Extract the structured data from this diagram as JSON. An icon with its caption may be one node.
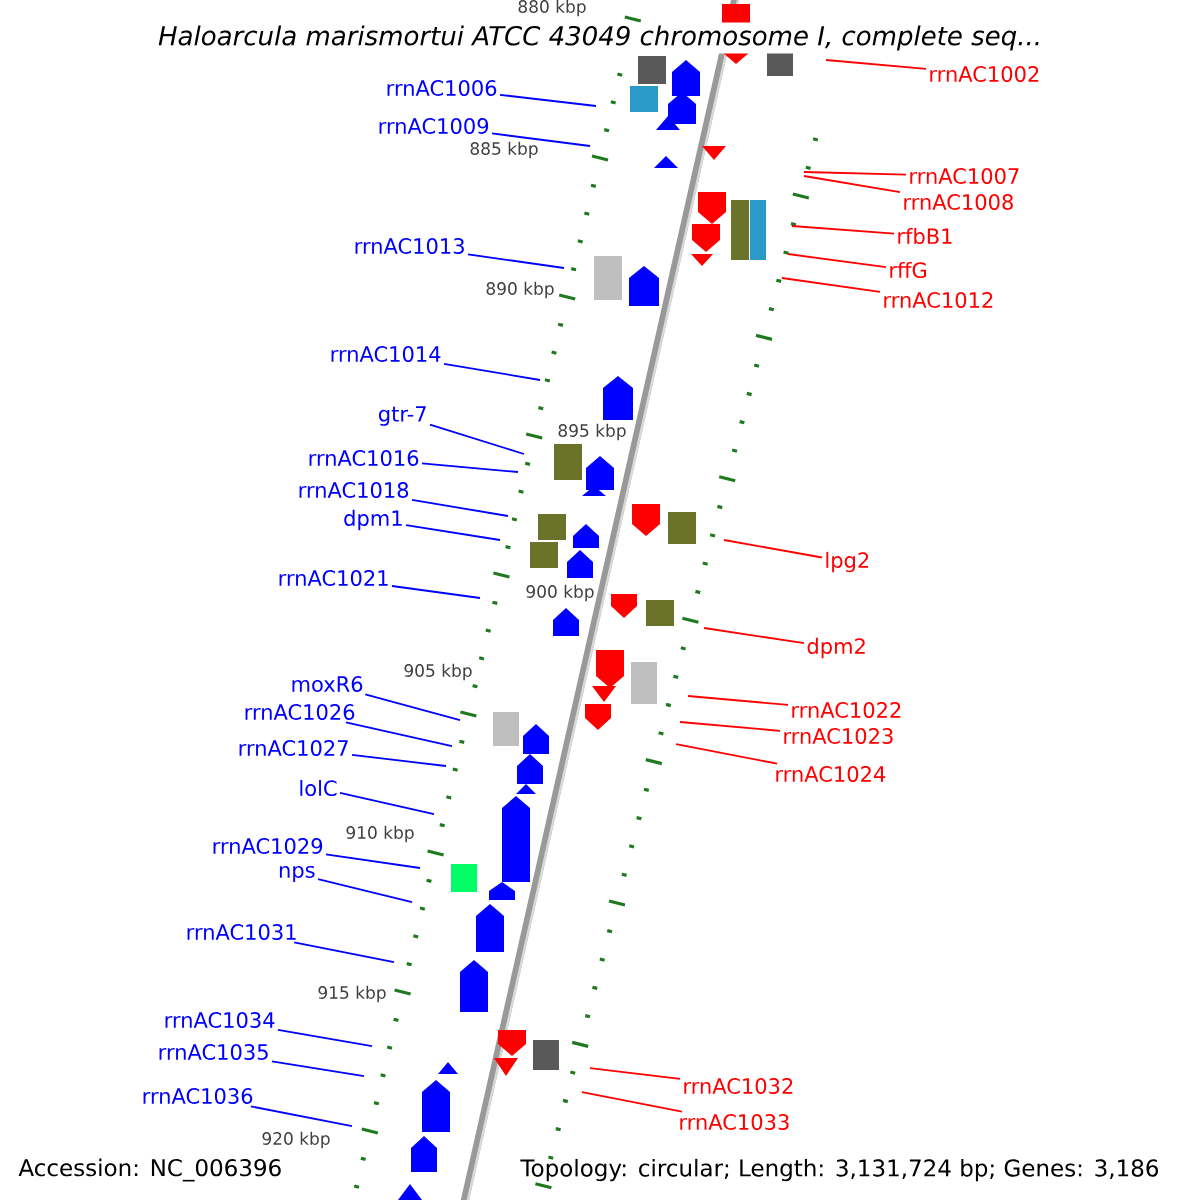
{
  "diagram": {
    "title": "Haloarcula marismortui ATCC 43049 chromosome I, complete seq...",
    "nodes": [
      {
        "text": [
          "rrnAC1006"
        ]
      },
      {
        "text": [
          "rrnAC1009"
        ]
      },
      {
        "text": [
          "rrnAC1013"
        ]
      },
      {
        "text": [
          "rrnAC1014"
        ]
      },
      {
        "text": [
          "gtr-7"
        ]
      },
      {
        "text": [
          "rrnAC1016"
        ]
      },
      {
        "text": [
          "rrnAC1018"
        ]
      },
      {
        "text": [
          "dpm1"
        ]
      },
      {
        "text": [
          "rrnAC1021"
        ]
      },
      {
        "text": [
          "moxR6"
        ]
      },
      {
        "text": [
          "rrnAC1026"
        ]
      },
      {
        "text": [
          "rrnAC1027"
        ]
      },
      {
        "text": [
          "lolC"
        ]
      },
      {
        "text": [
          "rrnAC1029"
        ]
      },
      {
        "text": [
          "nps"
        ]
      },
      {
        "text": [
          "rrnAC1031"
        ]
      },
      {
        "text": [
          "rrnAC1034"
        ]
      },
      {
        "text": [
          "rrnAC1035"
        ]
      },
      {
        "text": [
          "rrnAC1036"
        ]
      },
      {
        "text": [
          "rrnAC1002"
        ]
      },
      {
        "text": [
          "rrnAC1007"
        ]
      },
      {
        "text": [
          "rrnAC1008"
        ]
      },
      {
        "text": [
          "rfbB1"
        ]
      },
      {
        "text": [
          "rffG"
        ]
      },
      {
        "text": [
          "rrnAC1012"
        ]
      },
      {
        "text": [
          "lpg2"
        ]
      },
      {
        "text": [
          "dpm2"
        ]
      },
      {
        "text": [
          "rrnAC1022"
        ]
      },
      {
        "text": [
          "rrnAC1023"
        ]
      },
      {
        "text": [
          "rrnAC1024"
        ]
      },
      {
        "text": [
          "rrnAC1032"
        ]
      },
      {
        "text": [
          "rrnAC1033"
        ]
      }
    ],
    "edges": [
      {
        "from": 0,
        "to": null,
        "arrow": "none"
      },
      {
        "from": 1,
        "to": null,
        "arrow": "none"
      },
      {
        "from": 2,
        "to": null,
        "arrow": "none"
      },
      {
        "from": 3,
        "to": null,
        "arrow": "none"
      },
      {
        "from": 4,
        "to": null,
        "arrow": "none"
      },
      {
        "from": 5,
        "to": null,
        "arrow": "none"
      },
      {
        "from": 6,
        "to": null,
        "arrow": "none"
      },
      {
        "from": 7,
        "to": null,
        "arrow": "none"
      },
      {
        "from": 8,
        "to": null,
        "arrow": "none"
      },
      {
        "from": 9,
        "to": null,
        "arrow": "none"
      },
      {
        "from": 10,
        "to": null,
        "arrow": "none"
      },
      {
        "from": 11,
        "to": null,
        "arrow": "none"
      },
      {
        "from": 12,
        "to": null,
        "arrow": "none"
      },
      {
        "from": 13,
        "to": null,
        "arrow": "none"
      },
      {
        "from": 14,
        "to": null,
        "arrow": "none"
      },
      {
        "from": 15,
        "to": null,
        "arrow": "none"
      },
      {
        "from": 16,
        "to": null,
        "arrow": "none"
      },
      {
        "from": 17,
        "to": null,
        "arrow": "none"
      },
      {
        "from": 18,
        "to": null,
        "arrow": "none"
      },
      {
        "from": 19,
        "to": null,
        "arrow": "none",
        "color": "#ff0000"
      },
      {
        "from": 20,
        "to": null,
        "arrow": "none",
        "color": "#ff0000"
      },
      {
        "from": 21,
        "to": null,
        "arrow": "none",
        "color": "#ff0000"
      },
      {
        "from": 22,
        "to": null,
        "arrow": "none",
        "color": "#ff0000"
      },
      {
        "from": 23,
        "to": null,
        "arrow": "none",
        "color": "#ff0000"
      },
      {
        "from": 24,
        "to": null,
        "arrow": "none",
        "color": "#ff0000"
      },
      {
        "from": 25,
        "to": null,
        "arrow": "none",
        "color": "#ff0000"
      },
      {
        "from": 26,
        "to": null,
        "arrow": "none",
        "color": "#ff0000"
      },
      {
        "from": 27,
        "to": null,
        "arrow": "none",
        "color": "#ff0000"
      },
      {
        "from": 28,
        "to": null,
        "arrow": "none",
        "color": "#ff0000"
      },
      {
        "from": 29,
        "to": null,
        "arrow": "none",
        "color": "#ff0000"
      },
      {
        "from": 30,
        "to": null,
        "arrow": "none",
        "color": "#ff0000"
      },
      {
        "from": 31,
        "to": null,
        "arrow": "none",
        "color": "#ff0000"
      }
    ],
    "labels": [
      "880 kbp",
      "885 kbp",
      "890 kbp",
      "895 kbp",
      "900 kbp",
      "905 kbp",
      "910 kbp",
      "915 kbp",
      "920 kbp",
      "Accession: NC_006396",
      "Topology: circular; Length: 3,131,724 bp; Genes: 3,186"
    ]
  }
}
